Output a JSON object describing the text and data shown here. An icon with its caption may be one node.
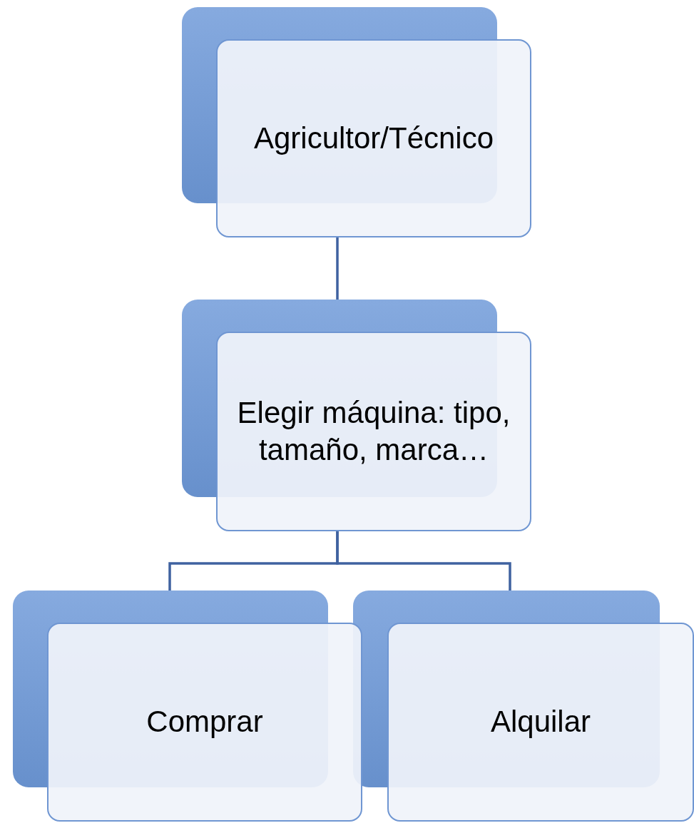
{
  "diagram": {
    "nodes": [
      {
        "text": [
          "Agricultor/Técnico"
        ]
      },
      {
        "text": [
          "Elegir máquina: tipo, tamaño, marca…"
        ]
      },
      {
        "text": [
          "Comprar"
        ]
      },
      {
        "text": [
          "Alquilar"
        ]
      }
    ],
    "edges": [
      {
        "from": 0,
        "to": 1,
        "arrow": "none"
      },
      {
        "from": 1,
        "to": 2,
        "arrow": "none"
      },
      {
        "from": 1,
        "to": 3,
        "arrow": "none"
      }
    ]
  }
}
